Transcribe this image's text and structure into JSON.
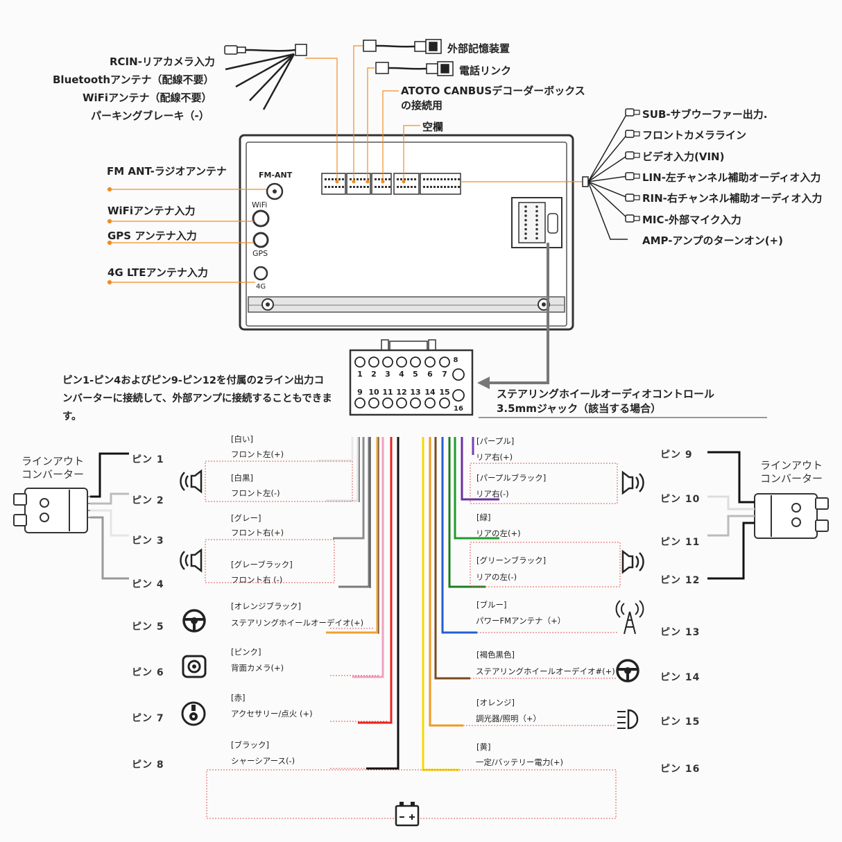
{
  "harness_top": {
    "left_labels": [
      "RCIN-リアカメラ入力",
      "Bluetoothアンテナ（配線不要）",
      "WiFiアンテナ（配線不要）",
      "パーキングブレーキ（-）"
    ],
    "external_storage": "外部記憶装置",
    "phone_link": "電話リンク",
    "canbus_line1": "ATOTO CANBUSデコーダーボックス",
    "canbus_line2": "の接続用",
    "empty_slot": "空欄"
  },
  "antennas": {
    "fm_label": "FM ANT-ラジオアンテナ",
    "wifi_label": "WiFiアンテナ入力",
    "gps_label": "GPS アンテナ入力",
    "lte_label": "4G LTEアンテナ入力",
    "port_fm": "FM-ANT",
    "port_wifi": "WiFi",
    "port_gps": "GPS",
    "port_4g": "4G"
  },
  "rca_outputs": [
    "SUB-サブウーファー出力.",
    "フロントカメラライン",
    "ビデオ入力(VIN)",
    "LIN-左チャンネル補助オーディオ入力",
    "RIN-右チャンネル補助オーディオ入力",
    "MIC-外部マイク入力",
    "AMP-アンプのターンオン(+)"
  ],
  "steering": {
    "line1": "ステアリングホイールオーディオコントロール",
    "line2": "3.5mmジャック（該当する場合）"
  },
  "connector": {
    "top_numbers": [
      "1",
      "2",
      "3",
      "4",
      "5",
      "6",
      "7",
      "8"
    ],
    "bottom_numbers": [
      "9",
      "10",
      "11",
      "12",
      "13",
      "14",
      "15",
      "16"
    ]
  },
  "note_text": "ピン1-ピン4およびピン9-ピン12を付属の2ライン出力コンバーターに接続して、外部アンプに接続することもできます。",
  "line_out_converter": "ラインアウト\nコンバーター",
  "pins_left": [
    {
      "pin": "ピン 1",
      "color_name": "[白い]",
      "func": "フロント左(+)",
      "color": "#e8e8e8"
    },
    {
      "pin": "ピン 2",
      "color_name": "[白黒]",
      "func": "フロント左(-)",
      "color": "#dddddd"
    },
    {
      "pin": "ピン 3",
      "color_name": "[グレー]",
      "func": "フロント右(+)",
      "color": "#8c8c8c"
    },
    {
      "pin": "ピン 4",
      "color_name": "[グレーブラック]",
      "func": "フロント右 (-)",
      "color": "#7a7a7a"
    },
    {
      "pin": "ピン 5",
      "color_name": "[オレンジブラック]",
      "func": "ステアリングホイールオーデイオ(+)",
      "color": "#f0a030"
    },
    {
      "pin": "ピン 6",
      "color_name": "[ピンク]",
      "func": "背面カメラ(+)",
      "color": "#f0a0c0"
    },
    {
      "pin": "ピン 7",
      "color_name": "[赤]",
      "func": "アクセサリー/点火 (+)",
      "color": "#e8231e"
    },
    {
      "pin": "ピン 8",
      "color_name": "[ブラック]",
      "func": "シャーシアース(-)",
      "color": "#111111"
    }
  ],
  "pins_right": [
    {
      "pin": "ピン 9",
      "color_name": "[パープル]",
      "func": "リア右(+)",
      "color": "#7a3fb0"
    },
    {
      "pin": "ピン 10",
      "color_name": "[パープルブラック]",
      "func": "リア右(-)",
      "color": "#6a2fa0"
    },
    {
      "pin": "ピン 11",
      "color_name": "[緑]",
      "func": "リアの左(+)",
      "color": "#1f9a2a"
    },
    {
      "pin": "ピン 12",
      "color_name": "[グリーンブラック]",
      "func": "リアの左(-)",
      "color": "#18801f"
    },
    {
      "pin": "ピン 13",
      "color_name": "[ブルー]",
      "func": "パワーFMアンテナ（+）",
      "color": "#1f5fd0"
    },
    {
      "pin": "ピン 14",
      "color_name": "[褐色黒色]",
      "func": "ステアリングホイールオーデイオ#(+)",
      "color": "#7a4a1e"
    },
    {
      "pin": "ピン 15",
      "color_name": "[オレンジ]",
      "func": "調光器/照明（+）",
      "color": "#f09a20"
    },
    {
      "pin": "ピン 16",
      "color_name": "[黄]",
      "func": "一定/バッテリー電力(+)",
      "color": "#f5d800"
    }
  ],
  "colors": {
    "accent_orange": "#f28c1e",
    "red_dashed": "#e05a50",
    "outline": "#333333"
  }
}
